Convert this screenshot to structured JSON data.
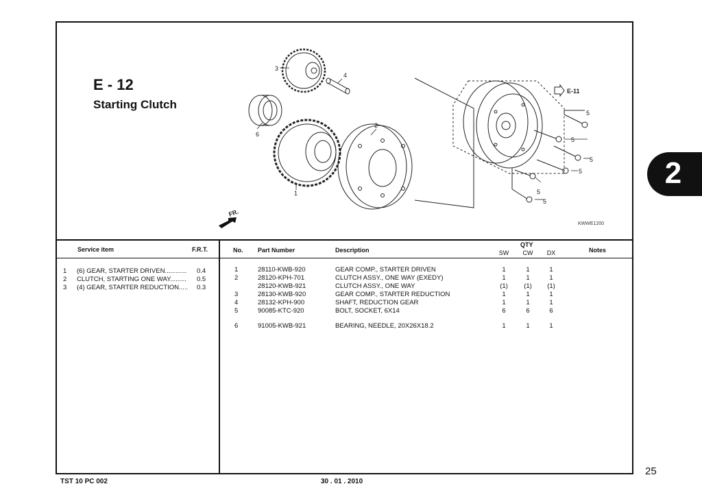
{
  "section": {
    "code": "E - 12",
    "title": "Starting Clutch",
    "illustration_code": "KWWE1200",
    "reference": "E-11",
    "direction": "FR."
  },
  "callouts": [
    "1",
    "2",
    "3",
    "4",
    "5",
    "6"
  ],
  "service_table": {
    "headers": {
      "item": "Service item",
      "frt": "F.R.T."
    },
    "rows": [
      {
        "no": "1",
        "item": "(6) GEAR, STARTER DRIVEN............",
        "frt": "0.4"
      },
      {
        "no": "2",
        "item": "CLUTCH, STARTING ONE WAY.........",
        "frt": "0.5"
      },
      {
        "no": "3",
        "item": "(4) GEAR, STARTER REDUCTION.....",
        "frt": "0.3"
      }
    ]
  },
  "parts_table": {
    "headers": {
      "no": "No.",
      "part_number": "Part Number",
      "description": "Description",
      "qty": "QTY",
      "sw": "SW",
      "cw": "CW",
      "dx": "DX",
      "notes": "Notes"
    },
    "rows": [
      {
        "no": "1",
        "part": "28110-KWB-920",
        "desc": "GEAR COMP., STARTER DRIVEN",
        "sw": "1",
        "cw": "1",
        "dx": "1"
      },
      {
        "no": "2",
        "part": "28120-KPH-701",
        "desc": "CLUTCH ASSY., ONE WAY (EXEDY)",
        "sw": "1",
        "cw": "1",
        "dx": "1"
      },
      {
        "no": "",
        "part": "28120-KWB-921",
        "desc": "CLUTCH ASSY., ONE WAY",
        "sw": "(1)",
        "cw": "(1)",
        "dx": "(1)"
      },
      {
        "no": "3",
        "part": "28130-KWB-920",
        "desc": "GEAR COMP., STARTER REDUCTION",
        "sw": "1",
        "cw": "1",
        "dx": "1"
      },
      {
        "no": "4",
        "part": "28132-KPH-900",
        "desc": "SHAFT, REDUCTION GEAR",
        "sw": "1",
        "cw": "1",
        "dx": "1"
      },
      {
        "no": "5",
        "part": "90085-KTC-920",
        "desc": "BOLT, SOCKET, 6X14",
        "sw": "6",
        "cw": "6",
        "dx": "6"
      },
      {
        "no": "6",
        "part": "91005-KWB-921",
        "desc": "BEARING, NEEDLE, 20X26X18.2",
        "sw": "1",
        "cw": "1",
        "dx": "1"
      }
    ]
  },
  "footer": {
    "doc_code": "TST 10 PC 002",
    "date": "30 . 01 . 2010",
    "page": "25"
  },
  "chapter_tab": "2"
}
